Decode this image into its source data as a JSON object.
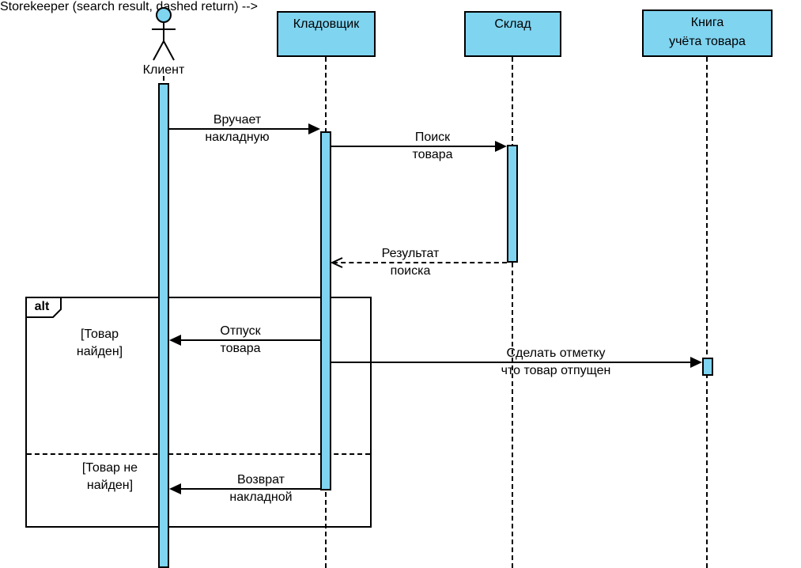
{
  "colors": {
    "fill": "#7FD4F0",
    "stroke": "#000000"
  },
  "actor": {
    "label": "Клиент"
  },
  "lifelines": [
    {
      "label": "Кладовщик"
    },
    {
      "label": "Склад"
    },
    {
      "label": "Книга\nучёта товара"
    }
  ],
  "messages": [
    {
      "label": "Вручает\nнакладную",
      "type": "solid"
    },
    {
      "label": "Поиск\nтовара",
      "type": "solid"
    },
    {
      "label": "Результат\nпоиска",
      "type": "dashed-return"
    },
    {
      "label": "Отпуск\nтовара",
      "type": "solid"
    },
    {
      "label": "Сделать отметку\nчто товар отпущен",
      "type": "solid"
    },
    {
      "label": "Возврат\nнакладной",
      "type": "solid"
    }
  ],
  "alt_fragment": {
    "operator": "alt",
    "guards": [
      "[Товар\nнайден]",
      "[Товар не\nнайден]"
    ]
  }
}
